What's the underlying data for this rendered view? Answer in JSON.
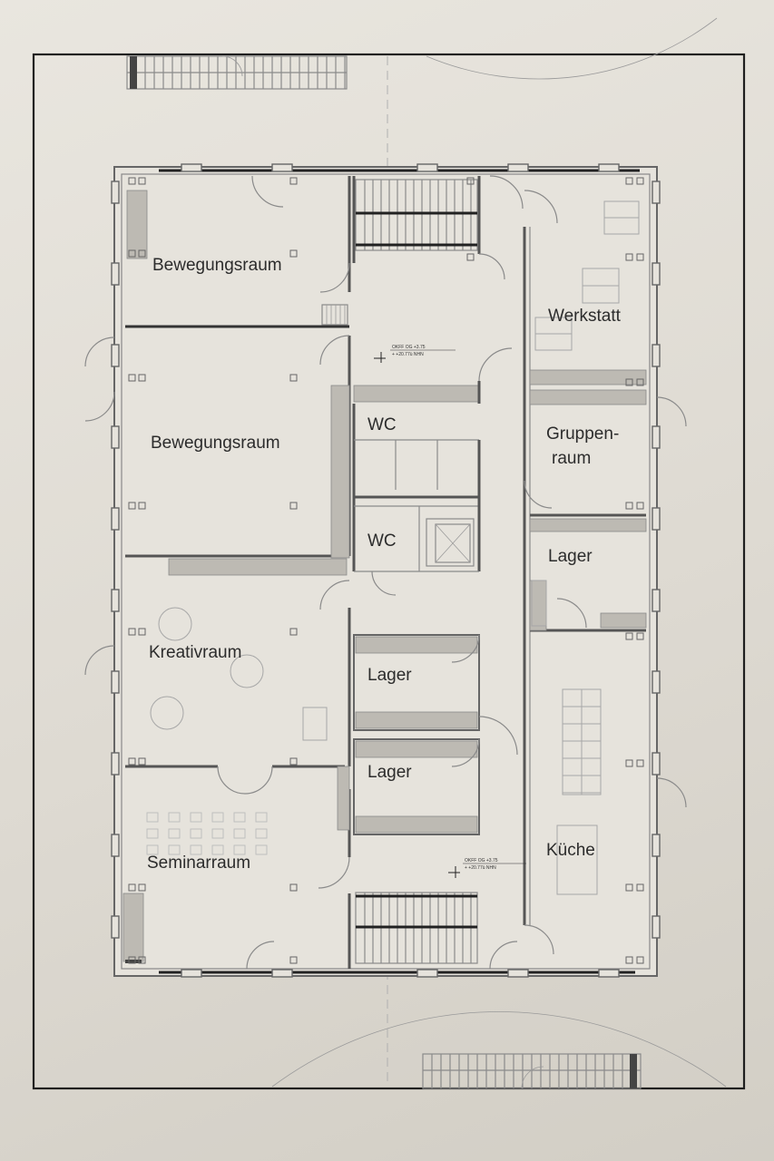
{
  "rooms": [
    {
      "id": "bewegungsraum-1",
      "label": "Bewegungsraum"
    },
    {
      "id": "bewegungsraum-2",
      "label": "Bewegungsraum"
    },
    {
      "id": "werkstatt",
      "label": "Werkstatt"
    },
    {
      "id": "wc-1",
      "label": "WC"
    },
    {
      "id": "wc-2",
      "label": "WC"
    },
    {
      "id": "gruppenraum",
      "label_line1": "Gruppen-",
      "label_line2": "raum"
    },
    {
      "id": "lager-1",
      "label": "Lager"
    },
    {
      "id": "kreativraum",
      "label": "Kreativraum"
    },
    {
      "id": "lager-2",
      "label": "Lager"
    },
    {
      "id": "lager-3",
      "label": "Lager"
    },
    {
      "id": "kueche",
      "label": "Küche"
    },
    {
      "id": "seminarraum",
      "label": "Seminarraum"
    }
  ],
  "elevation_notes": {
    "upper": {
      "line1": "OKFF OG +3.75",
      "line2": "+ +20.77ü NHN"
    },
    "lower": {
      "line1": "OKFF OG +3.75",
      "line2": "+ +20.77ü NHN"
    }
  },
  "colors": {
    "paper": "#e4e1da",
    "line": "#555555",
    "frame": "#1f1f1f"
  }
}
